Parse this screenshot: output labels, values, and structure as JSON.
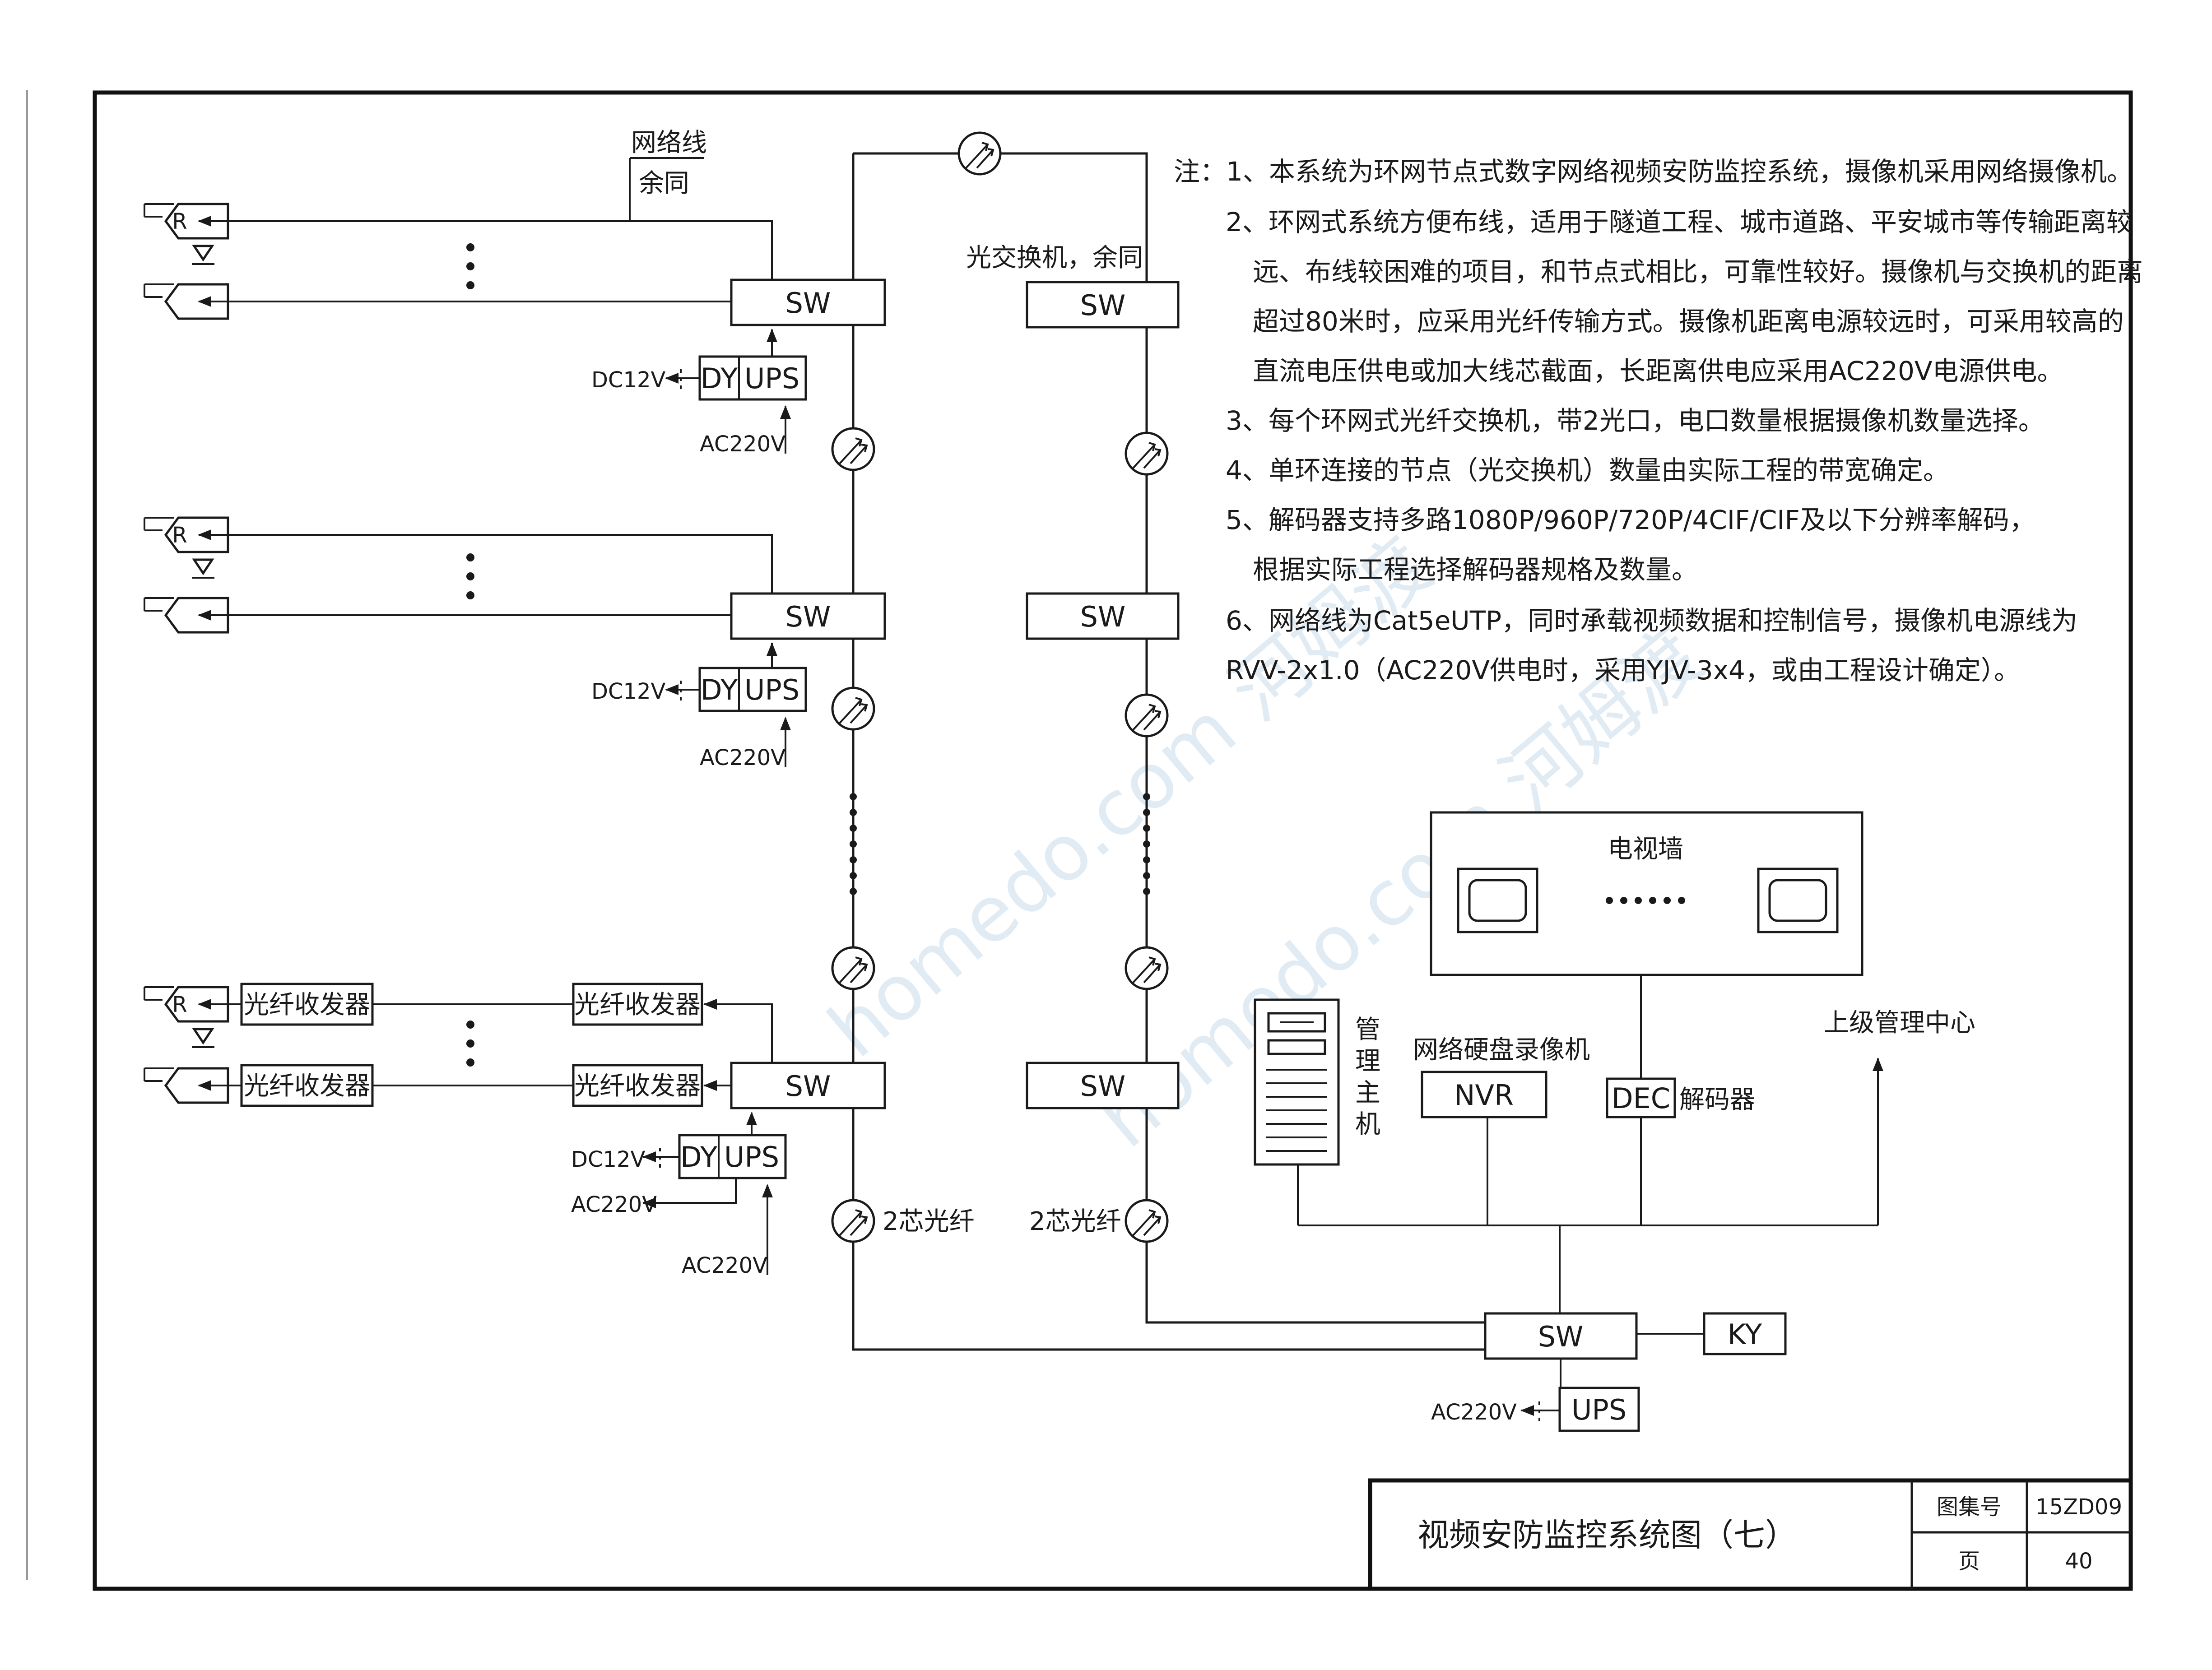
{
  "labels": {
    "switch": "SW",
    "dy": "DY",
    "ups": "UPS",
    "dc12v": "DC12V",
    "ac220v": "AC220V",
    "camera_mark": "R",
    "network_cable_line1": "网络线",
    "network_cable_line2": "余同",
    "optical_switch_note": "光交换机，余同",
    "fiber_transceiver": "光纤收发器",
    "fiber_left": "2芯光纤",
    "fiber_right": "2芯光纤",
    "tv_wall": "电视墙",
    "tv_dots": "......",
    "mgmt_host_chars": [
      "管",
      "理",
      "主",
      "机"
    ],
    "nvr_title": "网络硬盘录像机",
    "nvr": "NVR",
    "dec": "DEC",
    "decoder": "解码器",
    "upper_center": "上级管理中心",
    "ky": "KY"
  },
  "notes": [
    "注：1、本系统为环网节点式数字网络视频安防监控系统，摄像机采用网络摄像机。",
    "2、环网式系统方便布线，适用于隧道工程、城市道路、平安城市等传输距离较",
    "远、布线较困难的项目，和节点式相比，可靠性较好。摄像机与交换机的距离",
    "超过80米时，应采用光纤传输方式。摄像机距离电源较远时，可采用较高的",
    "直流电压供电或加大线芯截面，长距离供电应采用AC220V电源供电。",
    "3、每个环网式光纤交换机，带2光口，电口数量根据摄像机数量选择。",
    "4、单环连接的节点（光交换机）数量由实际工程的带宽确定。",
    "5、解码器支持多路1080P/960P/720P/4CIF/CIF及以下分辨率解码，",
    "根据实际工程选择解码器规格及数量。",
    "6、网络线为Cat5eUTP，同时承载视频数据和控制信号，摄像机电源线为",
    "RVV-2x1.0（AC220V供电时，采用YJV-3x4，或由工程设计确定）。"
  ],
  "title_block": {
    "title": "视频安防监控系统图（七）",
    "atlas_label": "图集号",
    "atlas_no": "15ZD09",
    "page_label": "页",
    "page_no": "40"
  },
  "watermark": "homedo.com 河姆渡"
}
